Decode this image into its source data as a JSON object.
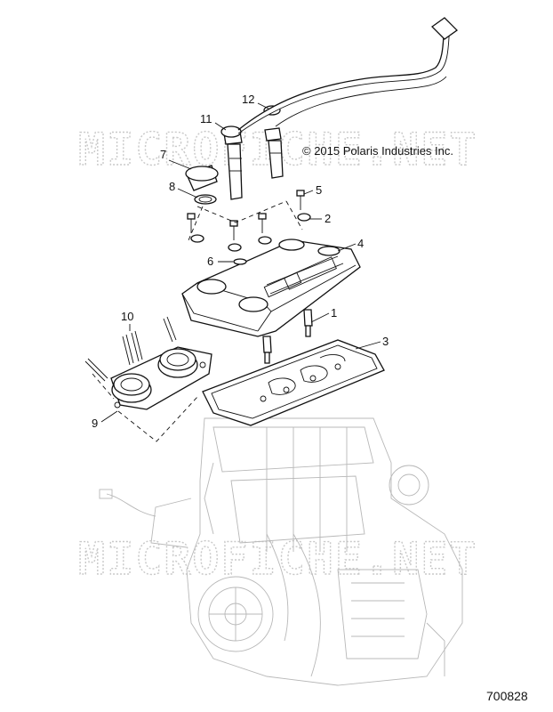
{
  "copyright": "© 2015 Polaris Industries Inc.",
  "figure_number": "700828",
  "watermarks": [
    "MICROFICHE.NET",
    "MICROFICHE.NET"
  ],
  "callouts": [
    "1",
    "2",
    "3",
    "4",
    "5",
    "6",
    "7",
    "8",
    "9",
    "10",
    "11",
    "12"
  ]
}
